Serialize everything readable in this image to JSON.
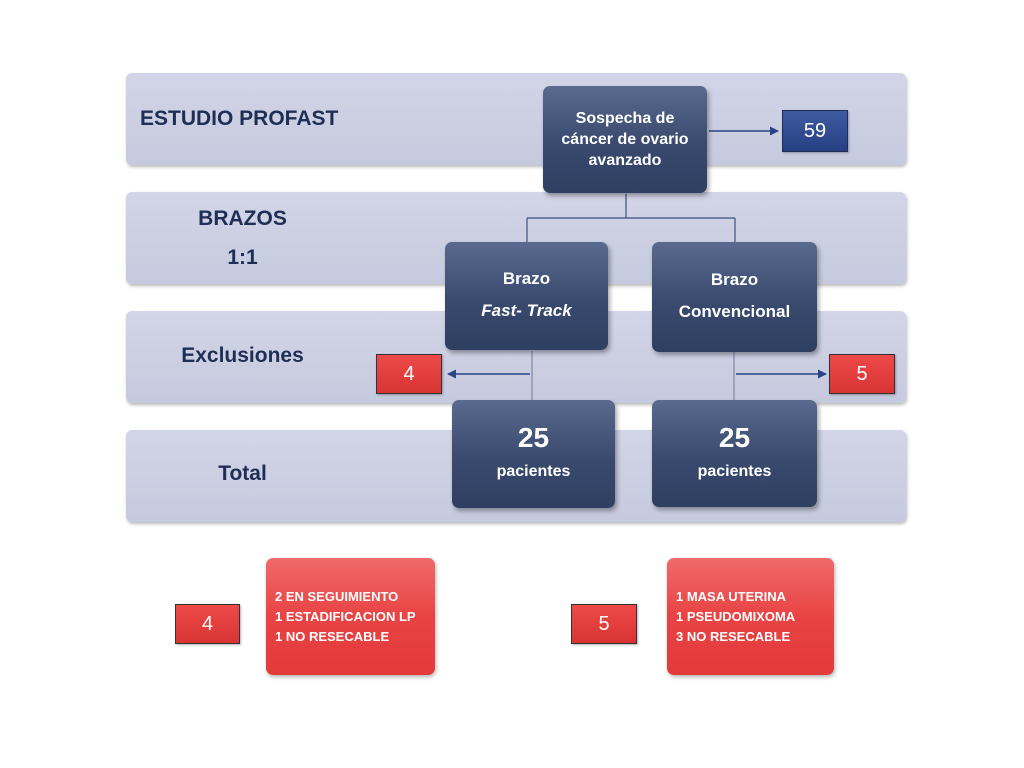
{
  "bands": {
    "study": "ESTUDIO PROFAST",
    "arms_title": "BRAZOS",
    "arms_ratio": "1:1",
    "exclusions": "Exclusiones",
    "total": "Total"
  },
  "nodes": {
    "suspicion": [
      "Sospecha de",
      "cáncer de ovario",
      "avanzado"
    ],
    "arm_fast": {
      "title": "Brazo",
      "name": "Fast- Track"
    },
    "arm_conv": {
      "title": "Brazo",
      "name": "Convencional"
    },
    "total_fast": {
      "count": "25",
      "unit": "pacientes"
    },
    "total_conv": {
      "count": "25",
      "unit": "pacientes"
    }
  },
  "counts": {
    "screened": "59",
    "excluded_fast": "4",
    "excluded_conv": "5",
    "excluded_fast_detail": "4",
    "excluded_conv_detail": "5"
  },
  "exclusion_reasons": {
    "fast": [
      "2  EN SEGUIMIENTO",
      "1  ESTADIFICACION LP",
      "1  NO RESECABLE"
    ],
    "conv": [
      "1 MASA UTERINA",
      "1 PSEUDOMIXOMA",
      "3  NO RESECABLE"
    ]
  },
  "colors": {
    "band": "#cbcfe3",
    "node": "#3a4a6e",
    "screened_box": "#2b4488",
    "exclusion_red": "#e53b3b",
    "label_text": "#1f2e55"
  }
}
